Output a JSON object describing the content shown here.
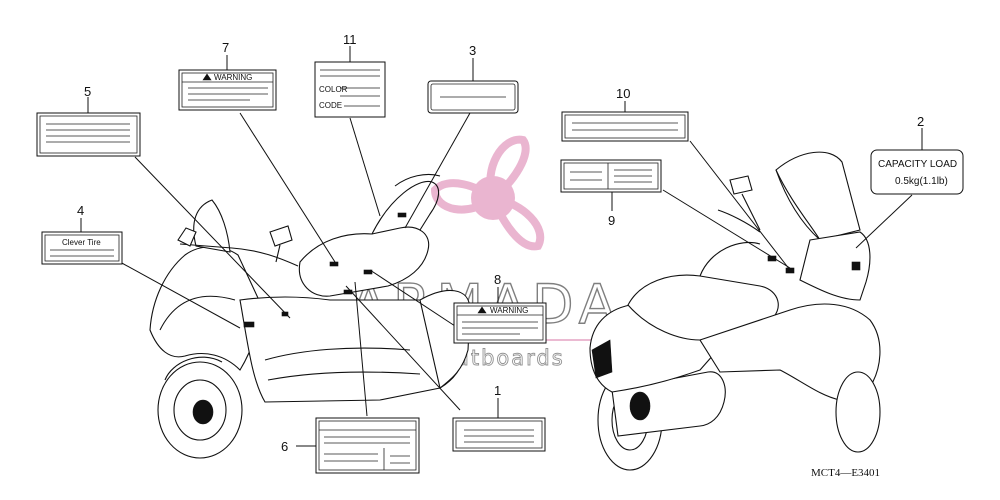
{
  "labels": [
    {
      "number": "1"
    },
    {
      "number": "2",
      "text_lines": [
        "CAPACITY  LOAD",
        "0.5kg(1.1lb)"
      ]
    },
    {
      "number": "3"
    },
    {
      "number": "4",
      "text": "Clever Tire"
    },
    {
      "number": "5"
    },
    {
      "number": "6"
    },
    {
      "number": "7",
      "text": "WARNING"
    },
    {
      "number": "8",
      "text": "WARNING"
    },
    {
      "number": "9"
    },
    {
      "number": "10"
    },
    {
      "number": "11",
      "field_labels": [
        "COLOR",
        "CODE"
      ]
    }
  ],
  "diagram_code": "MCT4—E3401",
  "watermark": {
    "brand": "ARMADA",
    "tagline": "marine outboards",
    "color": "#e7a9c8"
  }
}
